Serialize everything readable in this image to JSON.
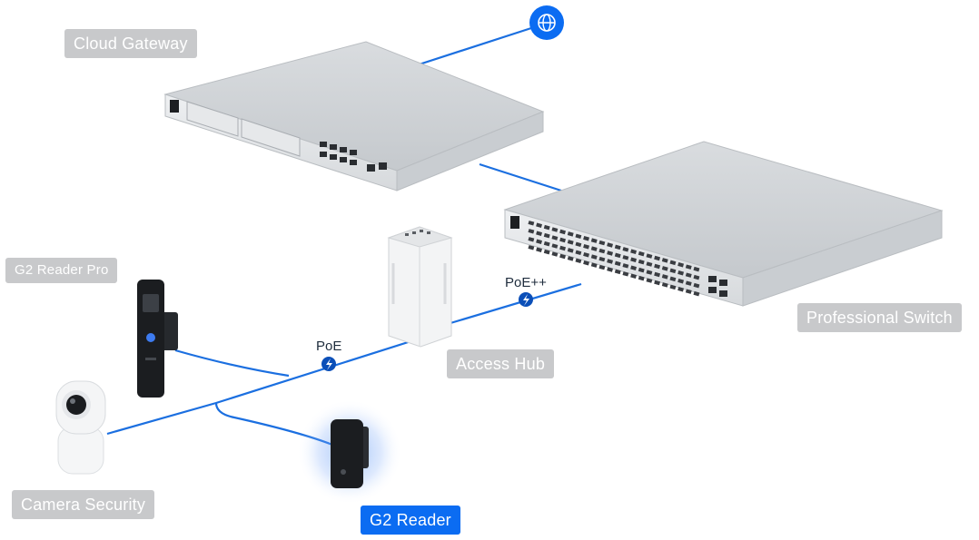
{
  "labels": {
    "cloud_gateway": "Cloud Gateway",
    "professional_switch": "Professional Switch",
    "access_hub": "Access Hub",
    "g2_reader_pro": "G2 Reader Pro",
    "camera_security": "Camera Security",
    "g2_reader": "G2 Reader"
  },
  "connections": {
    "poe_plus_plus": "PoE++",
    "poe": "PoE"
  },
  "icons": {
    "internet": "globe-icon",
    "power": "bolt-icon"
  },
  "colors": {
    "link_blue": "#1b6fe0",
    "active_label": "#0b6cf2",
    "inactive_label": "#c8c9cb"
  }
}
